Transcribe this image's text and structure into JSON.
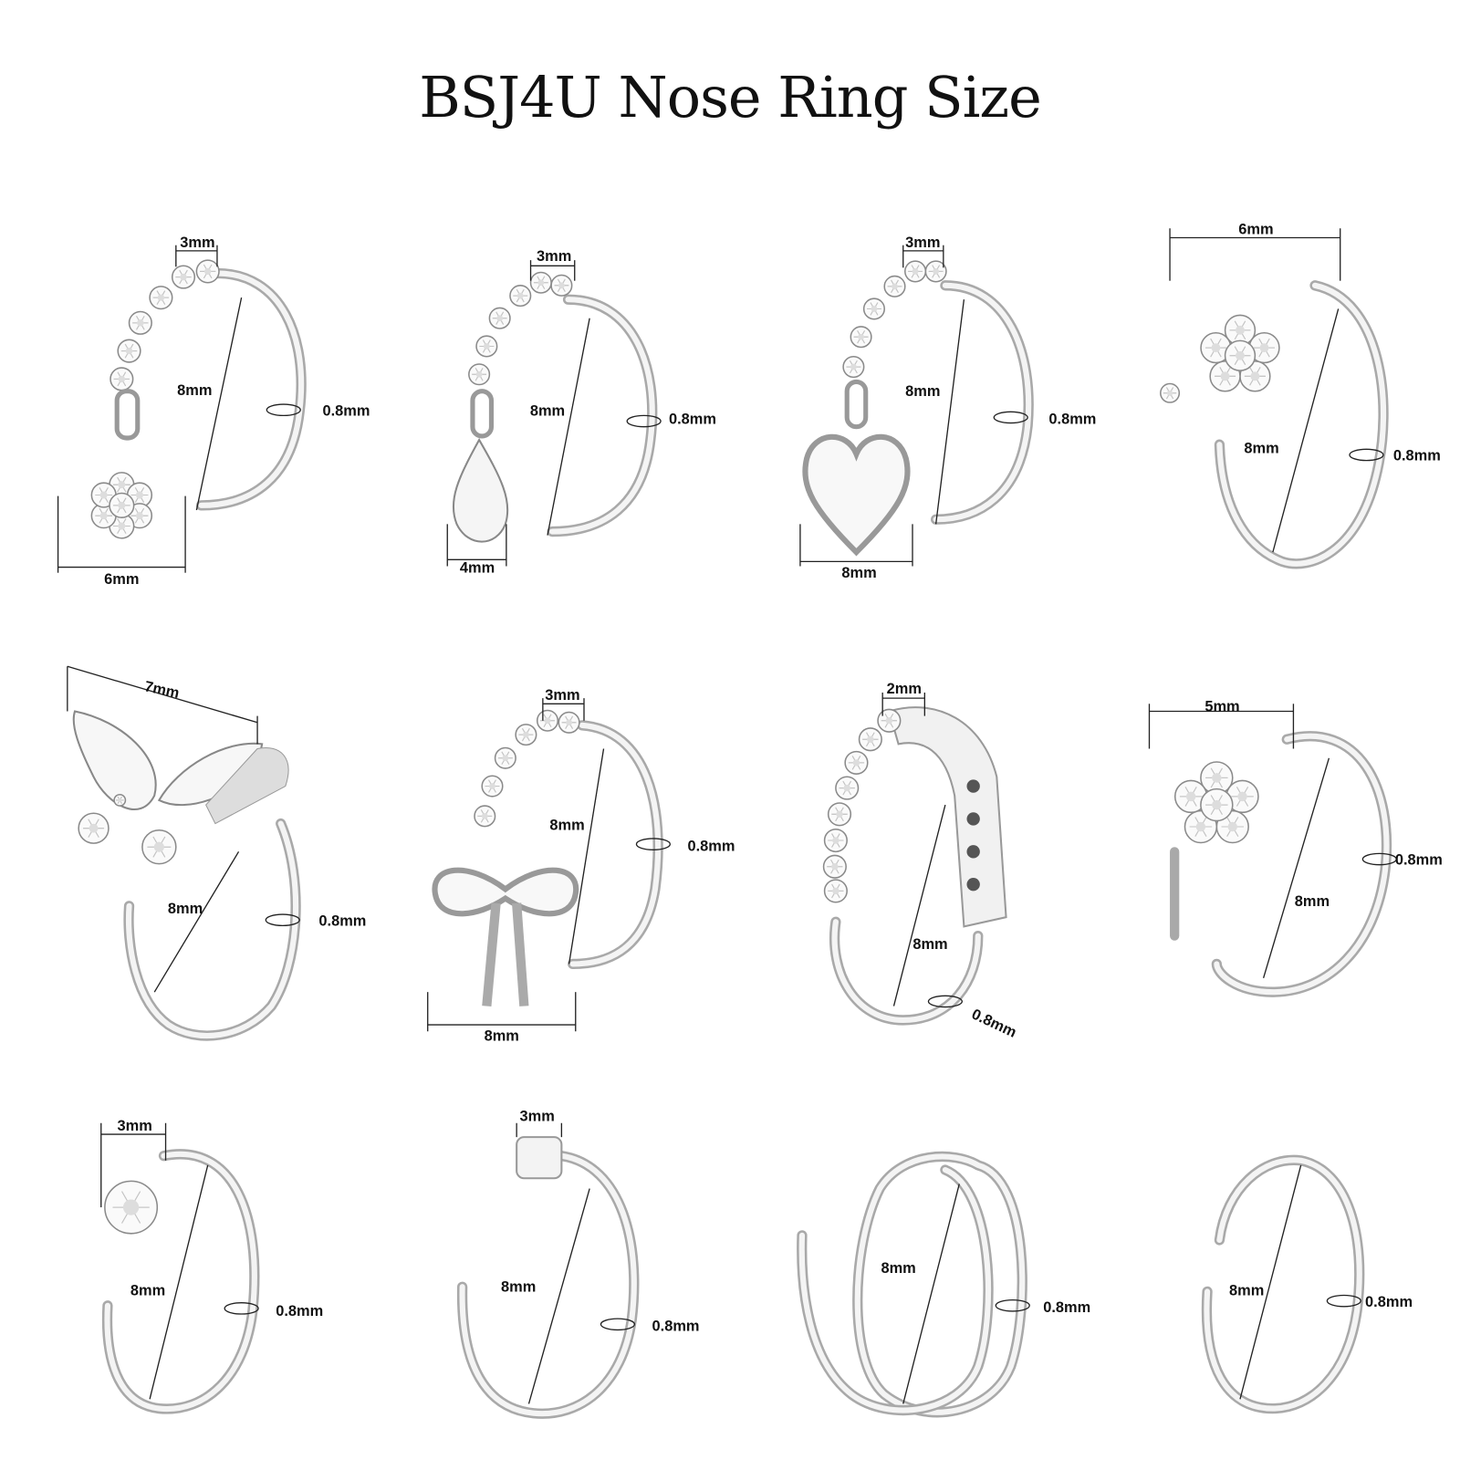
{
  "title": "BSJ4U Nose Ring Size",
  "colors": {
    "metal_light": "#f4f4f4",
    "metal_dark": "#a9a9a9",
    "text": "#111111"
  },
  "items": [
    {
      "name": "flower-dangle-ring",
      "labels": {
        "top": "3mm",
        "diameter": "8mm",
        "gauge": "0.8mm",
        "charm": "6mm"
      }
    },
    {
      "name": "teardrop-dangle-ring",
      "labels": {
        "top": "3mm",
        "diameter": "8mm",
        "gauge": "0.8mm",
        "charm": "4mm"
      }
    },
    {
      "name": "heart-dangle-ring",
      "labels": {
        "top": "3mm",
        "diameter": "8mm",
        "gauge": "0.8mm",
        "charm": "8mm"
      }
    },
    {
      "name": "star-flower-ring",
      "labels": {
        "top": "6mm",
        "diameter": "8mm",
        "gauge": "0.8mm"
      }
    },
    {
      "name": "butterfly-ring",
      "labels": {
        "top": "7mm",
        "diameter": "8mm",
        "gauge": "0.8mm"
      }
    },
    {
      "name": "bow-dangle-ring",
      "labels": {
        "top": "3mm",
        "diameter": "8mm",
        "gauge": "0.8mm",
        "charm": "8mm"
      }
    },
    {
      "name": "pave-band-ring",
      "labels": {
        "top": "2mm",
        "diameter": "8mm",
        "gauge": "0.8mm"
      }
    },
    {
      "name": "five-gem-flower-ring",
      "labels": {
        "top": "5mm",
        "diameter": "8mm",
        "gauge": "0.8mm"
      }
    },
    {
      "name": "single-gem-ring",
      "labels": {
        "top": "3mm",
        "diameter": "8mm",
        "gauge": "0.8mm"
      }
    },
    {
      "name": "flat-disc-ring",
      "labels": {
        "top": "3mm",
        "diameter": "8mm",
        "gauge": "0.8mm"
      }
    },
    {
      "name": "double-spiral-ring",
      "labels": {
        "diameter": "8mm",
        "gauge": "0.8mm"
      }
    },
    {
      "name": "plain-hoop-ring",
      "labels": {
        "diameter": "8mm",
        "gauge": "0.8mm"
      }
    }
  ]
}
